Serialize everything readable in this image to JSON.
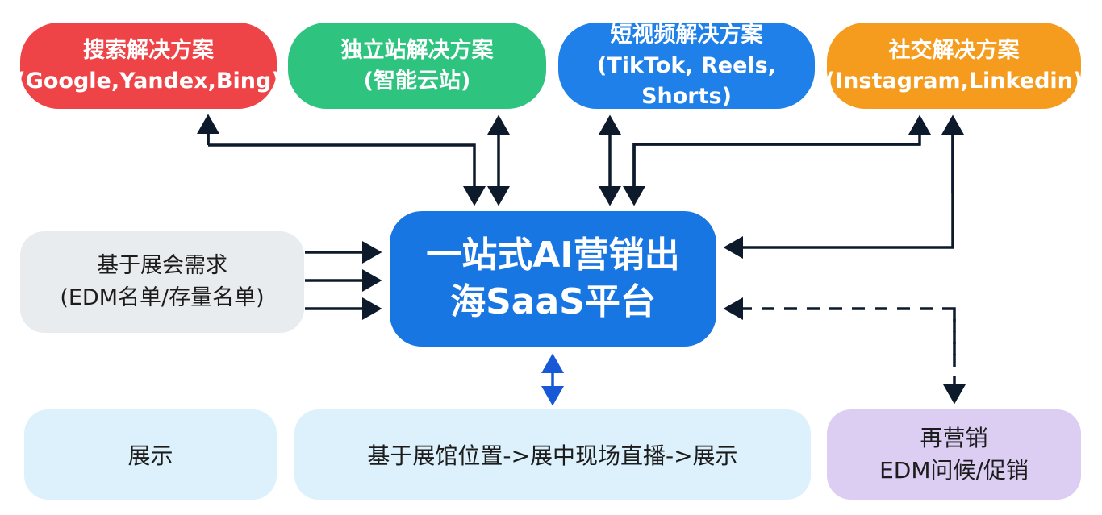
{
  "solutions": [
    {
      "title": "搜索解决方案",
      "sub": "(Google,Yandex,Bing)",
      "color": "#ef4447"
    },
    {
      "title": "独立站解决方案",
      "sub": "(智能云站)",
      "color": "#2ec47f"
    },
    {
      "title": "短视频解决方案",
      "sub": "(TikTok, Reels, Shorts)",
      "color": "#1f80ea"
    },
    {
      "title": "社交解决方案",
      "sub": "(Instagram,Linkedin)",
      "color": "#f59c1e"
    }
  ],
  "center": {
    "line1": "一站式AI营销出",
    "line2": "海SaaS平台"
  },
  "left": {
    "line1": "基于展会需求",
    "line2": "(EDM名单/存量名单)"
  },
  "bottom": {
    "show": "展示",
    "live": "基于展馆位置->展中现场直播->展示",
    "remarketing_line1": "再营销",
    "remarketing_line2": "EDM问候/促销"
  }
}
